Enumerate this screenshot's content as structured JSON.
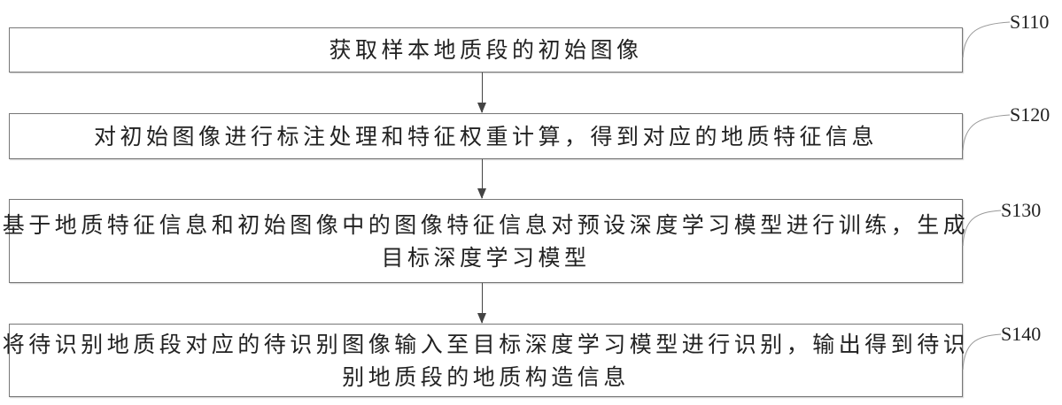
{
  "steps": [
    {
      "id": "S110",
      "lines": [
        "获取样本地质段的初始图像"
      ]
    },
    {
      "id": "S120",
      "lines": [
        "对初始图像进行标注处理和特征权重计算，得到对应的地质特征信息"
      ]
    },
    {
      "id": "S130",
      "lines": [
        "基于地质特征信息和初始图像中的图像特征信息对预设深度学习模型进行训练，生成",
        "目标深度学习模型"
      ]
    },
    {
      "id": "S140",
      "lines": [
        "将待识别地质段对应的待识别图像输入至目标深度学习模型进行识别，输出得到待识",
        "别地质段的地质构造信息"
      ]
    }
  ]
}
